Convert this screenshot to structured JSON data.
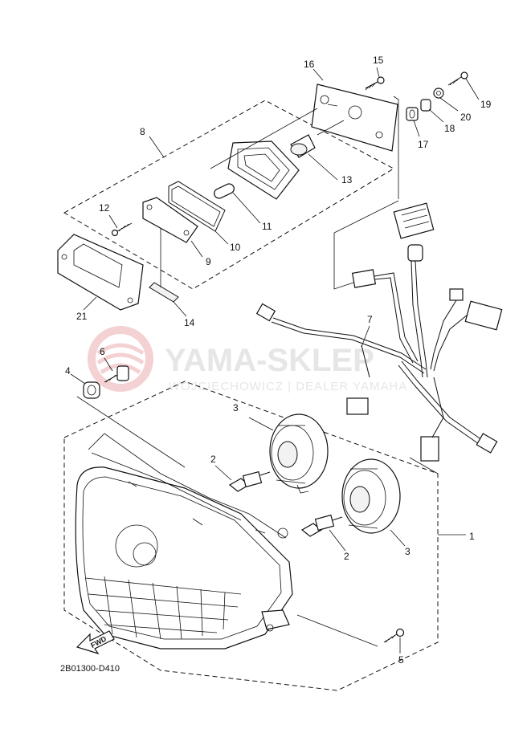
{
  "watermark": {
    "title": "YAMA-SKLEP",
    "subtitle": "WOJCIECHOWICZ | DEALER YAMAHA"
  },
  "diagram_code": "2B01300-D410",
  "direction_label": "FWD",
  "callouts": [
    "1",
    "2",
    "2",
    "3",
    "3",
    "4",
    "5",
    "6",
    "7",
    "8",
    "9",
    "10",
    "11",
    "12",
    "13",
    "14",
    "15",
    "16",
    "17",
    "18",
    "19",
    "20",
    "21"
  ],
  "colors": {
    "line": "#111111",
    "watermark": "#e6e6e6",
    "logo": "#f3c9cc"
  }
}
